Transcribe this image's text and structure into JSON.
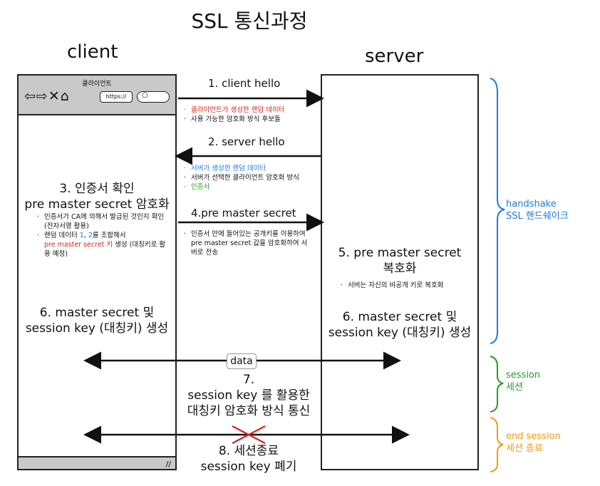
{
  "title": "SSL 통신과정",
  "client_label": "client",
  "server_label": "server",
  "browser": {
    "window_label": "클라이언트",
    "url_text": "https://",
    "nav_icons": [
      "back-arrow-icon",
      "forward-arrow-icon",
      "close-icon",
      "home-icon"
    ]
  },
  "steps": {
    "s1": {
      "label": "1. client hello",
      "notes": [
        "클라이언트가 생성한 랜덤 데이터",
        "사용 가능한 암호화 방식 후보들"
      ]
    },
    "s2": {
      "label": "2. server hello",
      "notes": [
        "서버가 생성한 랜덤 데이터",
        "서버가 선택한 클라이언트 암호화 방식",
        "인증서"
      ]
    },
    "s3": {
      "line1": "3. 인증서 확인",
      "line2": "pre master secret 암호화",
      "note1": "인증서가 CA에 의해서 발급된 것인지 확인 (전자서명 활용)",
      "note2_a": "랜덤 데이터 ",
      "note2_b": "1",
      "note2_c": ", ",
      "note2_d": "2",
      "note2_e": "를 조합해서",
      "note2_f": "pre master secret 키",
      "note2_g": " 생성 (대칭키로 활용 예정)"
    },
    "s4": {
      "label": "4.pre master secret",
      "note": "인증서 안에 들어있는 공개키를 이용하여 pre master secret 값을 암호화하여 서버로 전송"
    },
    "s5": {
      "line1": "5. pre master secret",
      "line2": "복호화",
      "note": "서버는 자신의 비공개 키로 복호화"
    },
    "s6_client": {
      "line1": "6. master secret 및",
      "line2": "session key (대칭키) 생성"
    },
    "s6_server": {
      "line1": "6. master secret 및",
      "line2": "session key (대칭키) 생성"
    },
    "data_label": "data",
    "s7": {
      "line1": "7.",
      "line2": "session key 를 활용한",
      "line3": "대칭키 암호화 방식 통신"
    },
    "s8": {
      "line1": "8. 세션종료",
      "line2": "session key 폐기"
    }
  },
  "phases": {
    "handshake": {
      "line1": "handshake",
      "line2": "SSL 핸드쉐이크",
      "color": "#1e7be0"
    },
    "session": {
      "line1": "session",
      "line2": "세션",
      "color": "#22a020"
    },
    "end_session": {
      "line1": "end session",
      "line2": "세션 종료",
      "color": "#f59a10"
    }
  },
  "colors": {
    "red": "#e02020",
    "blue": "#1e7be0",
    "green": "#22a020",
    "orange": "#f59a10"
  }
}
